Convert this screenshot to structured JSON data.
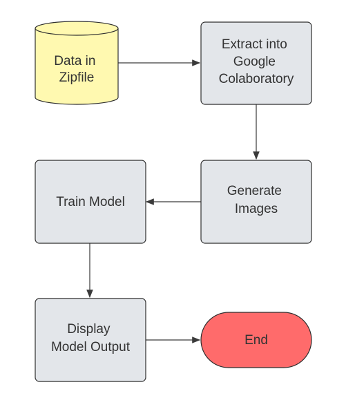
{
  "nodes": {
    "data_zipfile": {
      "lines": [
        "Data in",
        "Zipfile"
      ],
      "shape": "cylinder",
      "fill": "#fff9b0",
      "stroke": "#2f2f2f"
    },
    "extract": {
      "lines": [
        "Extract into",
        "Google",
        "Colaboratory"
      ],
      "shape": "rounded-rect",
      "fill": "#e3e6ea",
      "stroke": "#2f2f2f"
    },
    "generate": {
      "lines": [
        "Generate",
        "Images"
      ],
      "shape": "rounded-rect",
      "fill": "#e3e6ea",
      "stroke": "#2f2f2f"
    },
    "train": {
      "lines": [
        "Train Model"
      ],
      "shape": "rounded-rect",
      "fill": "#e3e6ea",
      "stroke": "#2f2f2f"
    },
    "display": {
      "lines": [
        "Display",
        "Model Output"
      ],
      "shape": "rounded-rect",
      "fill": "#e3e6ea",
      "stroke": "#2f2f2f"
    },
    "end": {
      "lines": [
        "End"
      ],
      "shape": "terminal",
      "fill": "#ff6b6b",
      "stroke": "#2f2f2f"
    }
  },
  "edges": [
    {
      "from": "data_zipfile",
      "to": "extract"
    },
    {
      "from": "extract",
      "to": "generate"
    },
    {
      "from": "generate",
      "to": "train"
    },
    {
      "from": "train",
      "to": "display"
    },
    {
      "from": "display",
      "to": "end"
    }
  ]
}
